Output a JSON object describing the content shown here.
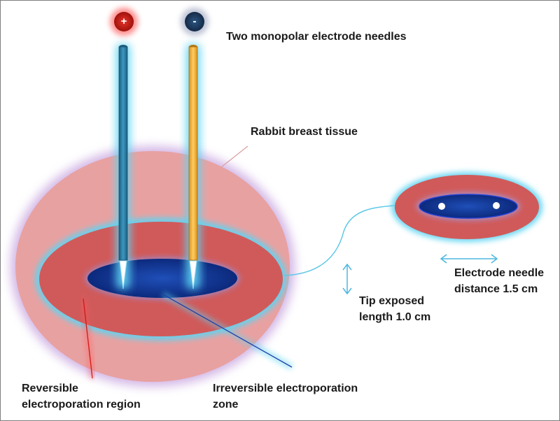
{
  "diagram": {
    "labels": {
      "needles": "Two monopolar electrode needles",
      "tissue": "Rabbit breast tissue",
      "distance": "Electrode needle\ndistance 1.5 cm",
      "tip": "Tip exposed\nlength 1.0 cm",
      "reversible": "Reversible\nelectroporation region",
      "irreversible": "Irreversible electroporation\nzone"
    },
    "electrodes": {
      "positive": "+",
      "negative": "-"
    },
    "colors": {
      "tissue_outer": "#e8a1a1",
      "reversible_region": "#d05a5a",
      "irreversible_zone": "#0d2f8a",
      "positive_needle": "#2b7fa6",
      "negative_needle": "#f2b340",
      "glow": "#5fd4f2",
      "positive_terminal": "#c8221c",
      "negative_terminal": "#1f3b63"
    }
  }
}
